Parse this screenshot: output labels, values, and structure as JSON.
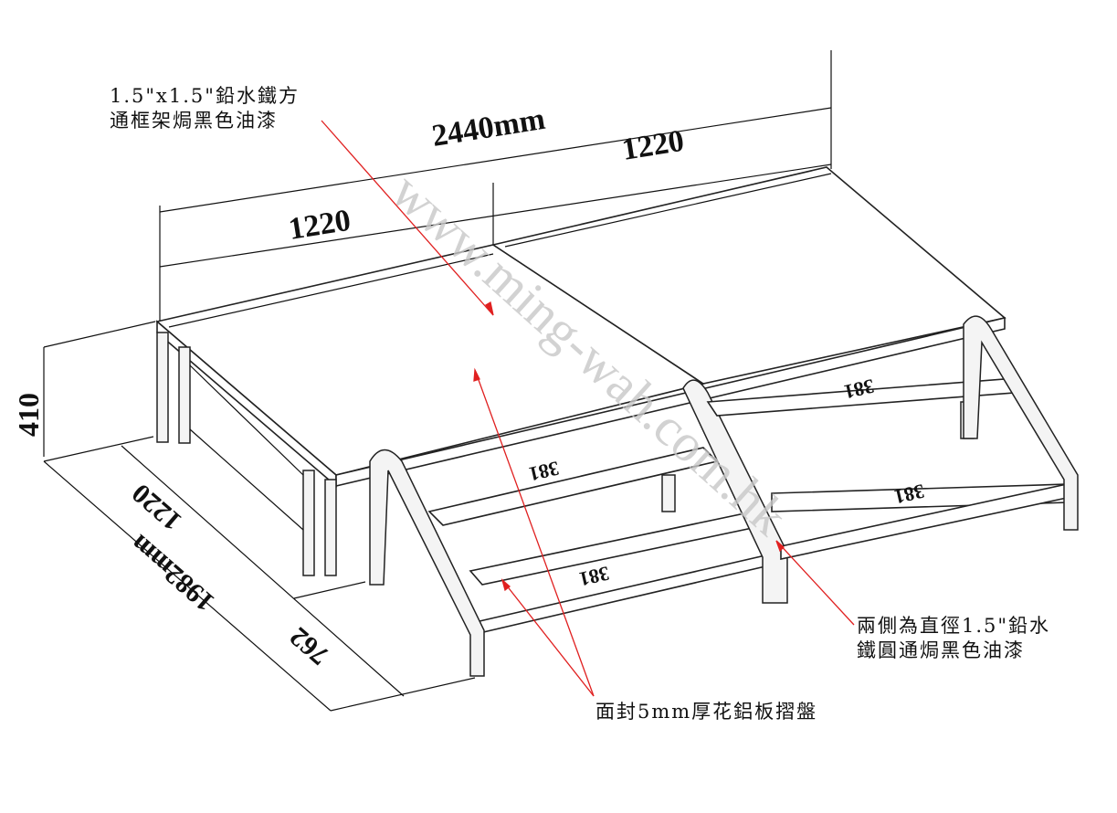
{
  "labels": {
    "frame_line1": "1.5\"x1.5\"鉛水鐵方",
    "frame_line2": "通框架焗黑色油漆",
    "sides_line1": "兩側為直徑1.5\"鉛水",
    "sides_line2": "鐵圓通焗黑色油漆",
    "deck": "面封5mm厚花鋁板摺盤"
  },
  "dimensions": {
    "total_width": "2440mm",
    "left_width": "1220",
    "right_width": "1220",
    "height": "410",
    "depth": "1220",
    "total_depth": "1982mm",
    "step_depth": "762",
    "tread": "381"
  },
  "watermark": "www.ming-wah.com.hk",
  "colors": {
    "arrow": "#e02020",
    "line": "#111111",
    "watermark": "#c8c8c8"
  }
}
